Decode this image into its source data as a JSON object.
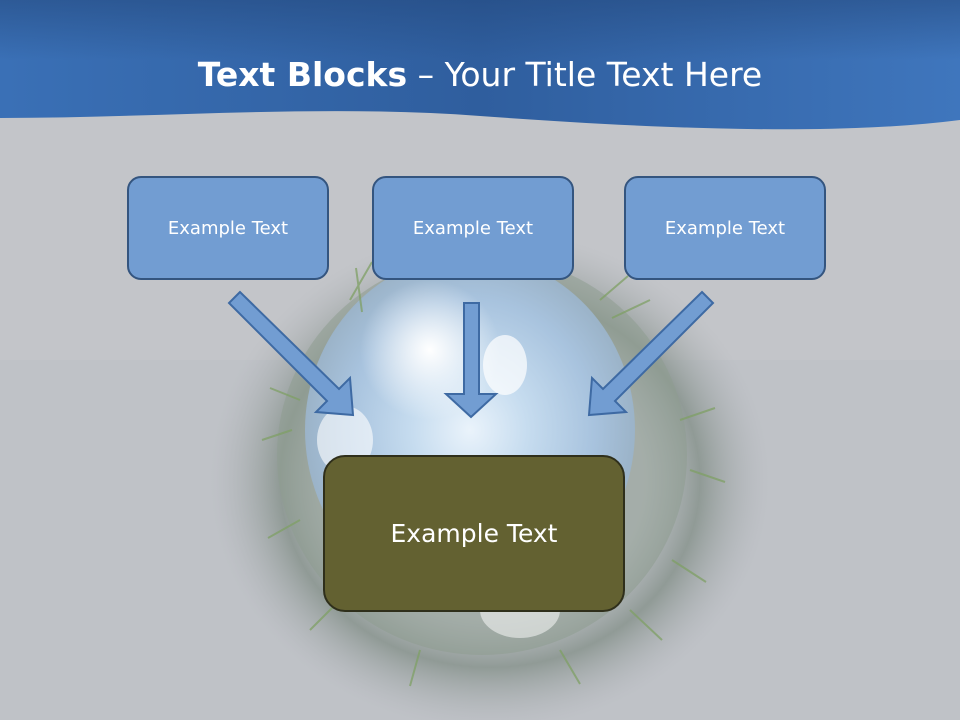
{
  "slide": {
    "title_bold": "Text Blocks",
    "title_rest": " – Your Title Text Here"
  },
  "boxes": {
    "top_left": "Example Text",
    "top_center": "Example Text",
    "top_right": "Example Text",
    "bottom": "Example Text"
  },
  "colors": {
    "header_blue": "#3a6fb5",
    "box_blue": "#729dd2",
    "box_olive": "#636131",
    "background_gray": "#c3c5c9"
  },
  "icons": [
    "arrow-down-right-icon",
    "arrow-down-icon",
    "arrow-down-left-icon"
  ]
}
